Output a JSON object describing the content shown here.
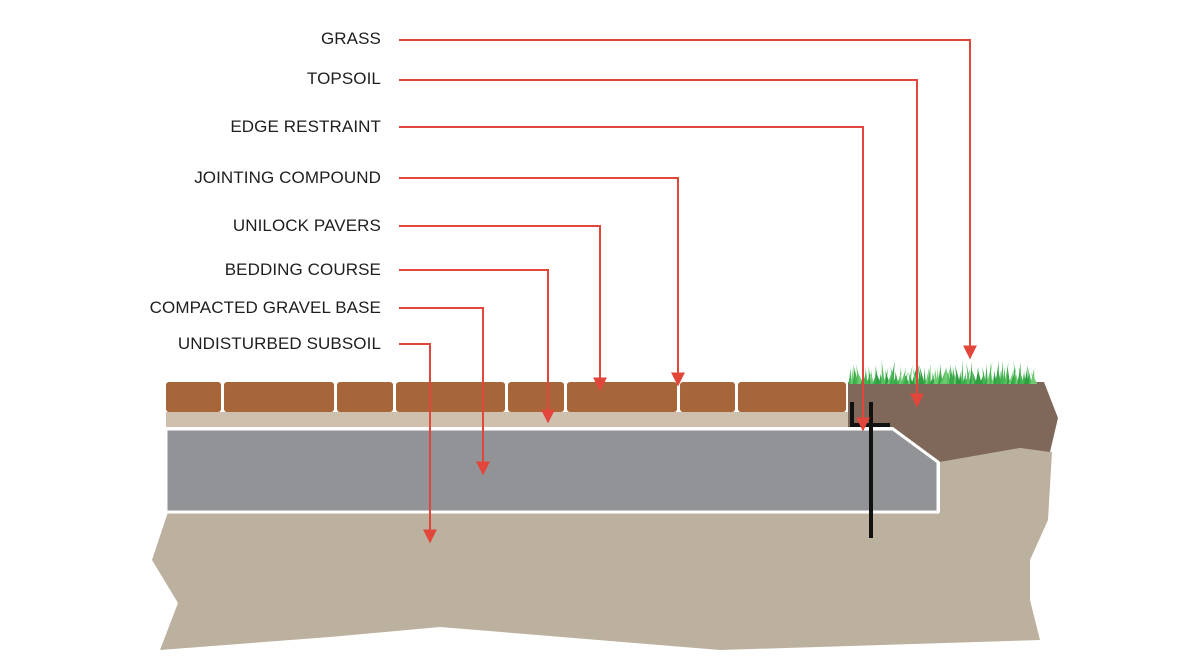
{
  "labels": {
    "grass": "GRASS",
    "topsoil": "TOPSOIL",
    "edge_restraint": "EDGE RESTRAINT",
    "jointing_compound": "JOINTING COMPOUND",
    "unilock_pavers": "UNILOCK PAVERS",
    "bedding_course": "BEDDING COURSE",
    "compacted_gravel_base": "COMPACTED GRAVEL BASE",
    "undisturbed_subsoil": "UNDISTURBED SUBSOIL"
  },
  "colors": {
    "leader_line": "#e2453a",
    "subsoil": "#bcb09f",
    "gravel_base": "#929396",
    "bedding": "#cfc0ae",
    "paver": "#a7663a",
    "topsoil": "#7f685a",
    "grass": "#3aa94a",
    "edge_restraint": "#111111",
    "label_text": "#1e1e1e"
  }
}
